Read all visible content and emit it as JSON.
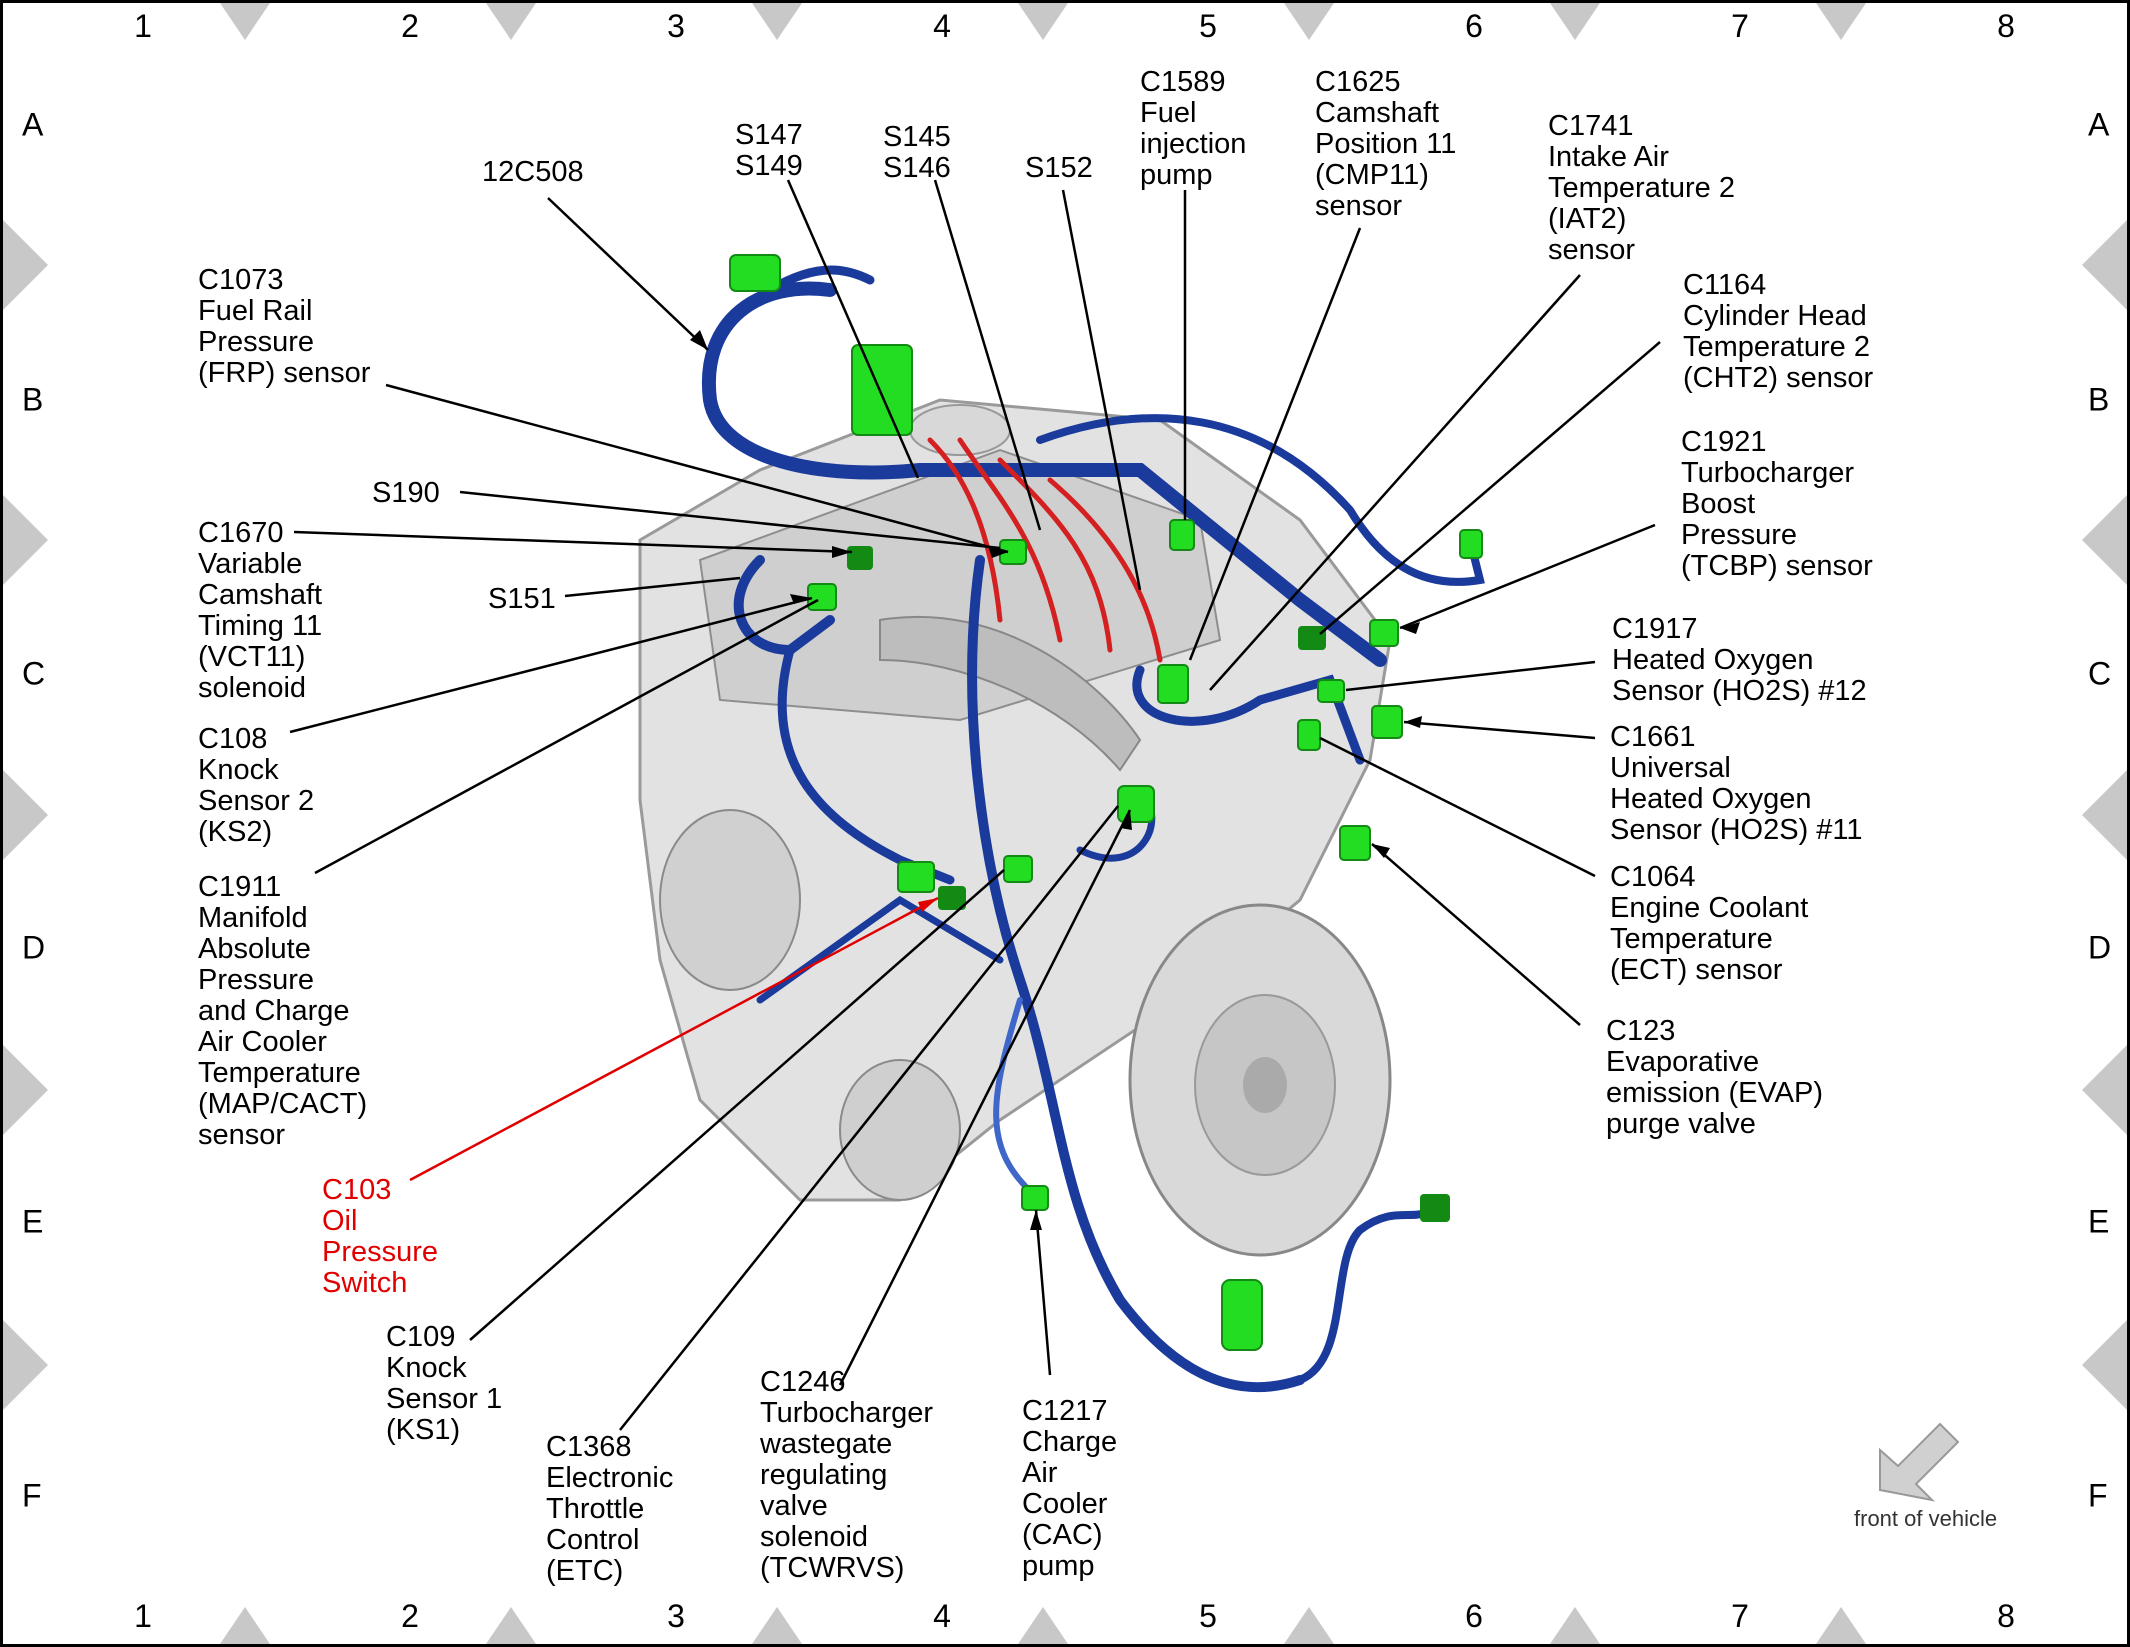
{
  "grid": {
    "columns": [
      "1",
      "2",
      "3",
      "4",
      "5",
      "6",
      "7",
      "8"
    ],
    "rows": [
      "A",
      "B",
      "C",
      "D",
      "E",
      "F"
    ]
  },
  "labels": {
    "c12C508": "12C508",
    "s147_s149": "S147\nS149",
    "s145_s146": "S145\nS146",
    "s152": "S152",
    "c1589": "C1589\nFuel\ninjection\npump",
    "c1625": "C1625\nCamshaft\nPosition 11\n(CMP11)\nsensor",
    "c1741": "C1741\nIntake Air\nTemperature 2\n(IAT2)\nsensor",
    "c1073": "C1073\nFuel Rail\nPressure\n(FRP) sensor",
    "c1164": "C1164\nCylinder Head\nTemperature 2\n(CHT2) sensor",
    "s190": "S190",
    "c1921": "C1921\nTurbocharger\nBoost\nPressure\n(TCBP) sensor",
    "c1670": "C1670\nVariable\nCamshaft\nTiming 11\n(VCT11)\nsolenoid",
    "s151": "S151",
    "c1917": "C1917\nHeated Oxygen\nSensor (HO2S) #12",
    "c108": "C108\nKnock\nSensor 2\n(KS2)",
    "c1661": "C1661\nUniversal\nHeated Oxygen\nSensor (HO2S) #11",
    "c1911": "C1911\nManifold\nAbsolute\nPressure\nand Charge\nAir Cooler\nTemperature\n(MAP/CACT)\nsensor",
    "c1064": "C1064\nEngine Coolant\nTemperature\n(ECT) sensor",
    "c123": "C123\nEvaporative\nemission (EVAP)\npurge valve",
    "c103": "C103\nOil\nPressure\nSwitch",
    "c109": "C109\nKnock\nSensor 1\n(KS1)",
    "c1368": "C1368\nElectronic\nThrottle\nControl\n(ETC)",
    "c1246": "C1246\nTurbocharger\nwastegate\nregulating\nvalve\nsolenoid\n(TCWRVS)",
    "c1217": "C1217\nCharge\nAir\nCooler\n(CAC)\npump"
  },
  "front_of_vehicle": "front of vehicle",
  "colors": {
    "harness": "#1a3a9c",
    "harness_light": "#3f66c9",
    "connector": "#22dd22",
    "connector_dark": "#138a13",
    "highlight": "#e00000",
    "engine": "#d6d6d6"
  }
}
